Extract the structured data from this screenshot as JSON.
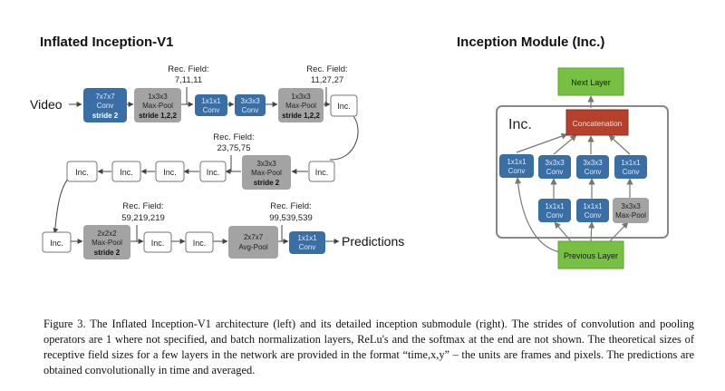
{
  "left_panel": {
    "title": "Inflated Inception-V1",
    "input_label": "Video",
    "output_label": "Predictions",
    "blocks": {
      "conv7": {
        "line1": "7x7x7",
        "line2": "Conv",
        "line3": "stride 2"
      },
      "pool1": {
        "line1": "1x3x3",
        "line2": "Max-Pool",
        "line3": "stride 1,2,2"
      },
      "conv1": {
        "line1": "1x1x1",
        "line2": "Conv"
      },
      "conv3": {
        "line1": "3x3x3",
        "line2": "Conv"
      },
      "pool2": {
        "line1": "1x3x3",
        "line2": "Max-Pool",
        "line3": "stride 1,2,2"
      },
      "pool3": {
        "line1": "3x3x3",
        "line2": "Max-Pool",
        "line3": "stride 2"
      },
      "pool4": {
        "line1": "2x2x2",
        "line2": "Max-Pool",
        "line3": "stride 2"
      },
      "avgpool": {
        "line1": "2x7x7",
        "line2": "Avg-Pool"
      },
      "convfinal": {
        "line1": "1x1x1",
        "line2": "Conv"
      },
      "inc_label": "Inc."
    },
    "rec_fields": [
      {
        "label": "Rec. Field:",
        "value": "7,11,11"
      },
      {
        "label": "Rec. Field:",
        "value": "11,27,27"
      },
      {
        "label": "Rec. Field:",
        "value": "23,75,75"
      },
      {
        "label": "Rec. Field:",
        "value": "59,219,219"
      },
      {
        "label": "Rec. Field:",
        "value": "99,539,539"
      }
    ]
  },
  "right_panel": {
    "title": "Inception Module (Inc.)",
    "module_label": "Inc.",
    "next_layer": "Next Layer",
    "previous_layer": "Previous Layer",
    "concatenation": "Concatenation",
    "branch1": {
      "line1": "1x1x1",
      "line2": "Conv"
    },
    "branch2_top": {
      "line1": "3x3x3",
      "line2": "Conv"
    },
    "branch2_bottom": {
      "line1": "1x1x1",
      "line2": "Conv"
    },
    "branch3_top": {
      "line1": "3x3x3",
      "line2": "Conv"
    },
    "branch3_bottom": {
      "line1": "1x1x1",
      "line2": "Conv"
    },
    "branch4_top": {
      "line1": "1x1x1",
      "line2": "Conv"
    },
    "branch4_bottom": {
      "line1": "3x3x3",
      "line2": "Max-Pool"
    }
  },
  "caption": "Figure 3. The Inflated Inception-V1 architecture (left) and its detailed inception submodule (right). The strides of convolution and pooling operators are 1 where not specified, and batch normalization layers, ReLu's and the softmax at the end are not shown. The theoretical sizes of receptive field sizes for a few layers in the network are provided in the format “time,x,y” – the units are frames and pixels. The predictions are obtained convolutionally in time and averaged.",
  "colors": {
    "conv_blue": "#3a6fa5",
    "pool_gray": "#a3a3a3",
    "layer_green": "#77c043",
    "concat_red": "#b5402b",
    "line_gray": "#808080"
  }
}
